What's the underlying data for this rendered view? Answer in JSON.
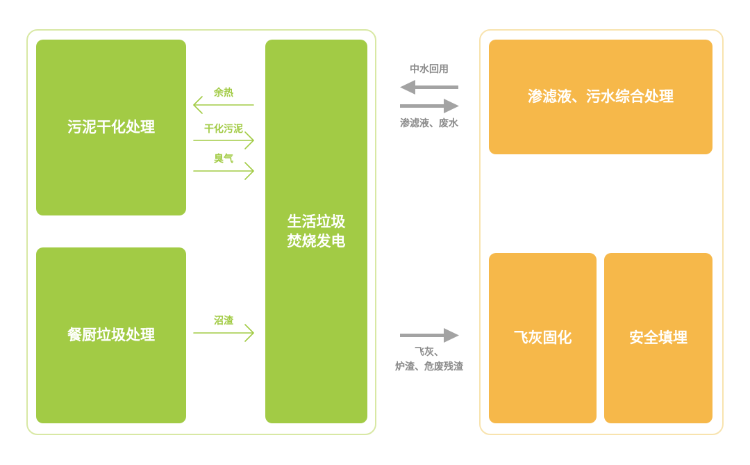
{
  "left_boxes": {
    "sludge": "污泥干化处理",
    "kitchen": "餐厨垃圾处理",
    "incineration": "生活垃圾\n焚烧发电"
  },
  "right_boxes": {
    "leachate": "渗滤液、污水综合处理",
    "fly_ash": "飞灰固化",
    "landfill": "安全填埋"
  },
  "flows": {
    "waste_heat": "余热",
    "dried_sludge": "干化污泥",
    "odor": "臭气",
    "biogas_residue": "沼渣",
    "reclaimed_water": "中水回用",
    "leachate_wastewater": "渗滤液、废水",
    "ash_residue": "飞灰、\n炉渣、危废残渣"
  },
  "colors": {
    "green": "#a2cb45",
    "orange": "#f6b84a",
    "gray_arrow": "#a3a3a3",
    "green_border": "#d8e8a4",
    "orange_border": "#f8e3ae"
  }
}
